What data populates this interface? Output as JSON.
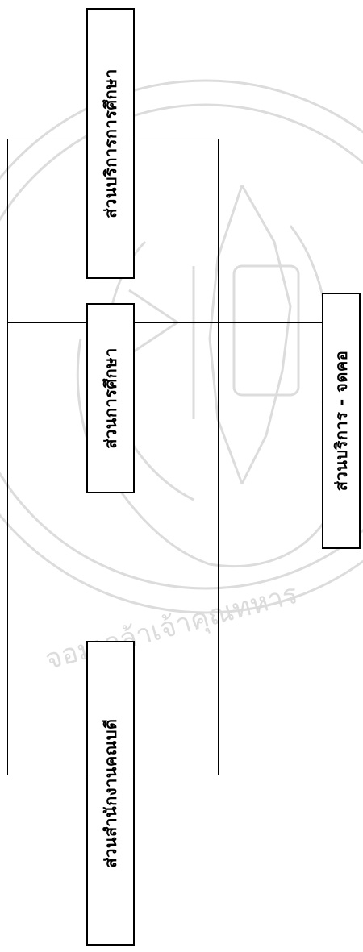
{
  "diagram": {
    "boxes": [
      {
        "id": "education-services",
        "label": "ส่วนบริการการศึกษา"
      },
      {
        "id": "education",
        "label": "ส่วนการศึกษา"
      },
      {
        "id": "dean-office",
        "label": "ส่วนสำนักงานคณบดี"
      },
      {
        "id": "services-cooperatives",
        "label": "ส่วนบริการ - จดคอ"
      }
    ]
  },
  "watermark": {
    "text": "จอมเกล้าเจ้าคุณทหาร",
    "color": "#d9d9d9"
  }
}
